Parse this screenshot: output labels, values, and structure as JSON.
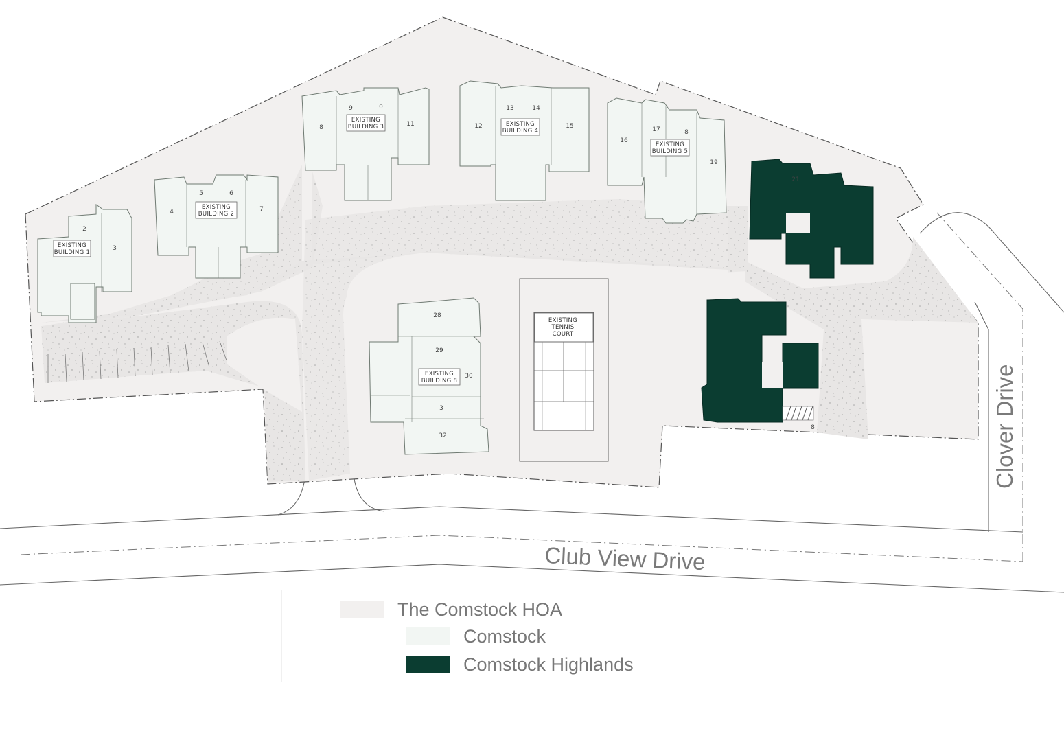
{
  "streets": {
    "club_view": "Club View Drive",
    "clover": "Clover Drive"
  },
  "buildings": [
    {
      "id": "b1",
      "label": [
        "EXISTING",
        "BUILDING 1"
      ]
    },
    {
      "id": "b2",
      "label": [
        "EXISTING",
        "BUILDING 2"
      ]
    },
    {
      "id": "b3",
      "label": [
        "EXISTING",
        "BUILDING 3"
      ]
    },
    {
      "id": "b4",
      "label": [
        "EXISTING",
        "BUILDING 4"
      ]
    },
    {
      "id": "b5",
      "label": [
        "EXISTING",
        "BUILDING 5"
      ]
    },
    {
      "id": "b8",
      "label": [
        "EXISTING",
        "BUILDING 8"
      ]
    }
  ],
  "tennis_court": {
    "label": [
      "EXISTING",
      "TENNIS",
      "COURT"
    ]
  },
  "units": [
    "2",
    "3",
    "4",
    "5",
    "6",
    "7",
    "8",
    "9",
    "0",
    "11",
    "12",
    "13",
    "14",
    "15",
    "16",
    "17",
    "8",
    "19",
    "21",
    "28",
    "29",
    "30",
    "3",
    "32",
    "8"
  ],
  "legend": {
    "items": [
      {
        "label": "The Comstock HOA",
        "color": "#f2f0ef"
      },
      {
        "label": "Comstock",
        "color": "#f2f6f3"
      },
      {
        "label": "Comstock Highlands",
        "color": "#0b3d31"
      }
    ]
  },
  "colors": {
    "hoa": "#f2f0ef",
    "comstock": "#f2f6f3",
    "highlands": "#0b3d31"
  }
}
